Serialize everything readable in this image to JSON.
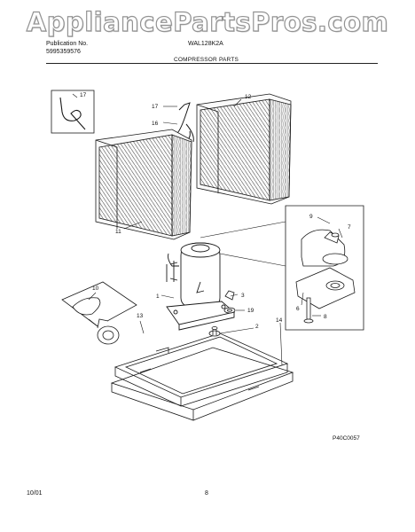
{
  "watermark": "AppliancePartsPros.com",
  "header": {
    "publication_label": "Publication No.",
    "publication_number": "5995359576",
    "model": "WAL128K2A",
    "section_title": "COMPRESSOR PARTS"
  },
  "footer": {
    "date": "10/01",
    "page": "8",
    "diagram_code": "P40C0057"
  },
  "callouts": [
    "17",
    "12",
    "17",
    "16",
    "11",
    "9",
    "7",
    "10",
    "1",
    "3",
    "19",
    "6",
    "8",
    "13",
    "14",
    "2"
  ],
  "colors": {
    "line": "#1a1a1a",
    "watermark_stroke": "#8a8a8a"
  }
}
